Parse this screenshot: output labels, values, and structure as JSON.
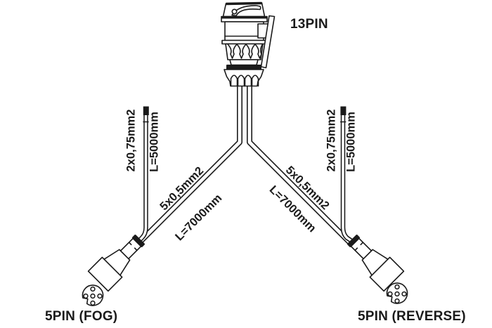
{
  "colors": {
    "line": "#1a1a1a",
    "background": "#ffffff"
  },
  "connectors": {
    "top": {
      "label": "13PIN"
    },
    "bottom_left": {
      "label": "5PIN (FOG)"
    },
    "bottom_right": {
      "label": "5PIN (REVERSE)"
    }
  },
  "cables": {
    "left_aux": {
      "spec": "2x0,75mm2",
      "length": "L=5000mm"
    },
    "left_main": {
      "spec": "5x0,5mm2",
      "length": "L=7000mm"
    },
    "right_main": {
      "spec": "5x0,5mm2",
      "length": "L=7000mm"
    },
    "right_aux": {
      "spec": "2x0,75mm2",
      "length": "L=5000mm"
    }
  }
}
